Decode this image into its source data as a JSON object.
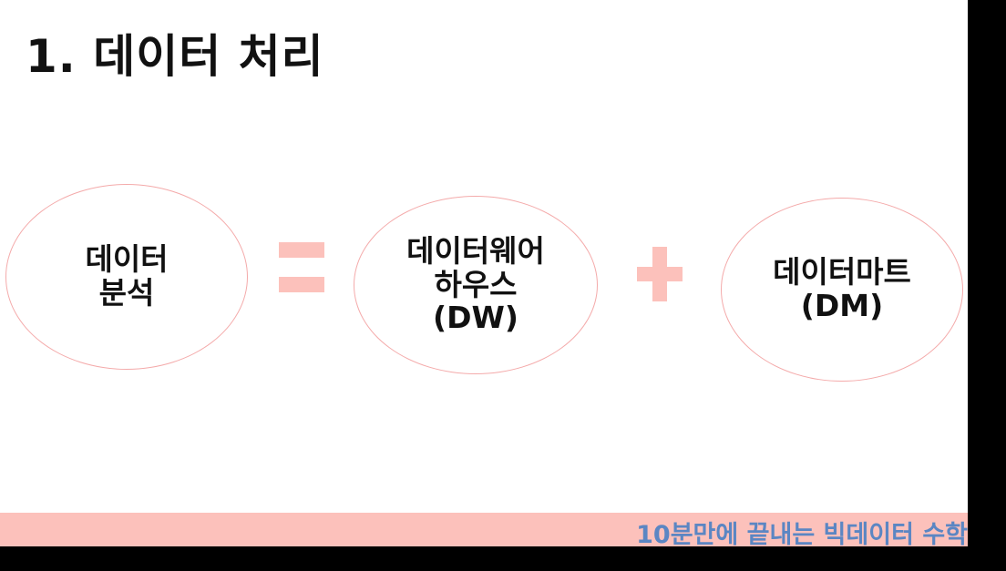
{
  "slide": {
    "title": "1. 데이터 처리",
    "ellipses": [
      {
        "label": "데이터\n분석"
      },
      {
        "label": "데이터웨어\n하우스\n(DW)"
      },
      {
        "label": "데이터마트\n(DM)"
      }
    ],
    "operators": {
      "equals": "equals-icon",
      "plus": "plus-icon"
    },
    "footer_text": "10분만에 끝내는 빅데이터 수학"
  },
  "colors": {
    "accent_pink": "#fcc1bb",
    "ellipse_border": "#f4aaaa",
    "footer_text": "#5b86c3",
    "letterbox": "#000000"
  }
}
